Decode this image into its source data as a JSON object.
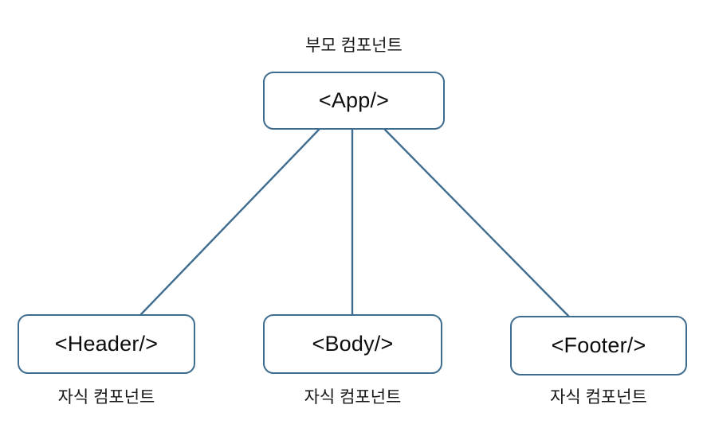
{
  "diagram": {
    "title": "부모 컴포넌트",
    "background_color": "#ffffff",
    "edge_color": "#3f6d8f",
    "node_border_color": "#3f6d8f",
    "node_fill_color": "#ffffff",
    "text_color": "#0d0d0d",
    "parent": {
      "label": "<App/>",
      "caption": "부모 컴포넌트"
    },
    "children": [
      {
        "label": "<Header/>",
        "caption": "자식 컴포넌트"
      },
      {
        "label": "<Body/>",
        "caption": "자식 컴포넌트"
      },
      {
        "label": "<Footer/>",
        "caption": "자식 컴포넌트"
      }
    ]
  }
}
